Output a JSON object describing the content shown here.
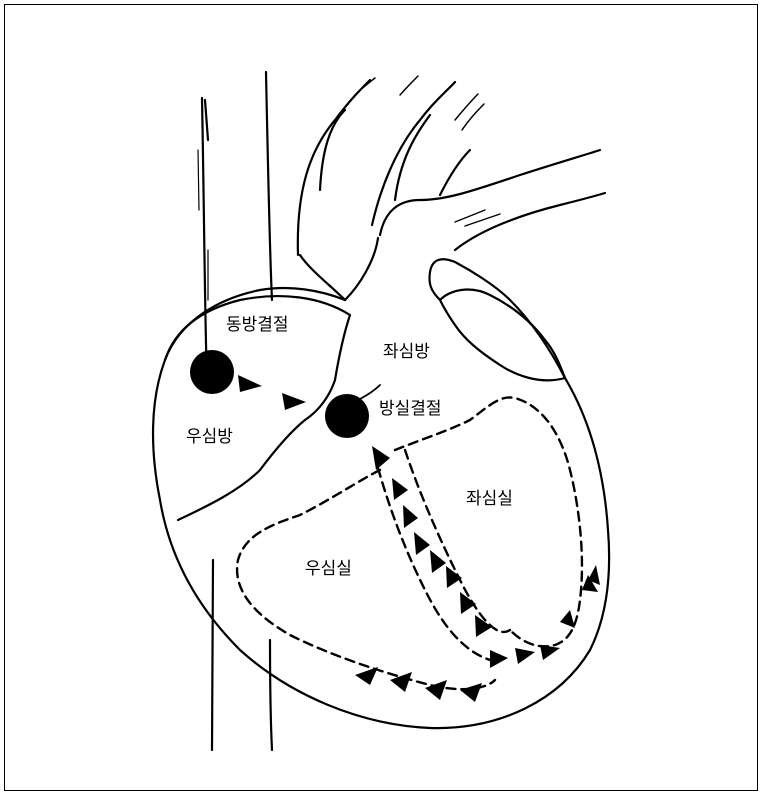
{
  "labels": {
    "sa_node": "동방결절",
    "left_atrium": "좌심방",
    "right_atrium": "우심방",
    "av_node": "방실결절",
    "left_ventricle": "좌심실",
    "right_ventricle": "우심실"
  },
  "colors": {
    "line": "#000000",
    "background": "#ffffff"
  }
}
